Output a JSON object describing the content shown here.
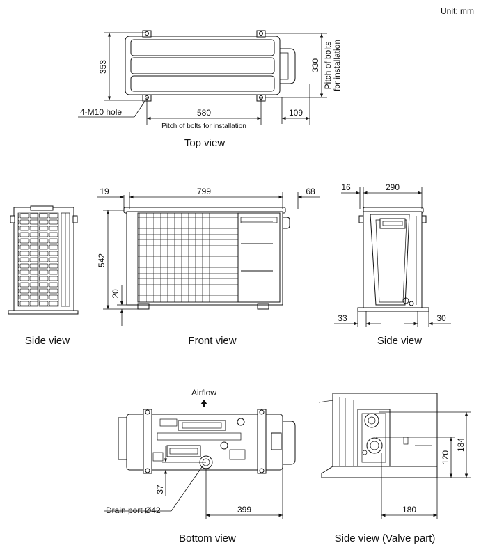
{
  "unit_label": "Unit: mm",
  "top_view": {
    "caption": "Top view",
    "dim_depth": "353",
    "dim_pitch_v": "330",
    "pitch_v_label_1": "Pitch of bolts",
    "pitch_v_label_2": "for installation",
    "hole_label": "4-M10 hole",
    "dim_pitch_h": "580",
    "dim_right": "109",
    "pitch_h_label": "Pitch of bolts for installation"
  },
  "front_view": {
    "caption": "Front view",
    "dim_left": "19",
    "dim_width": "799",
    "dim_right": "68",
    "dim_height": "542",
    "dim_foot": "20"
  },
  "side_view_left": {
    "caption": "Side view"
  },
  "side_view_right": {
    "caption": "Side view",
    "dim_top_left": "16",
    "dim_top_width": "290",
    "dim_bottom_left": "33",
    "dim_bottom_right": "30"
  },
  "bottom_view": {
    "caption": "Bottom view",
    "airflow_label": "Airflow",
    "drain_label": "Drain port Ø42",
    "dim_37": "37",
    "dim_399": "399"
  },
  "valve_view": {
    "caption": "Side view (Valve part)",
    "dim_120": "120",
    "dim_184": "184",
    "dim_180": "180"
  }
}
